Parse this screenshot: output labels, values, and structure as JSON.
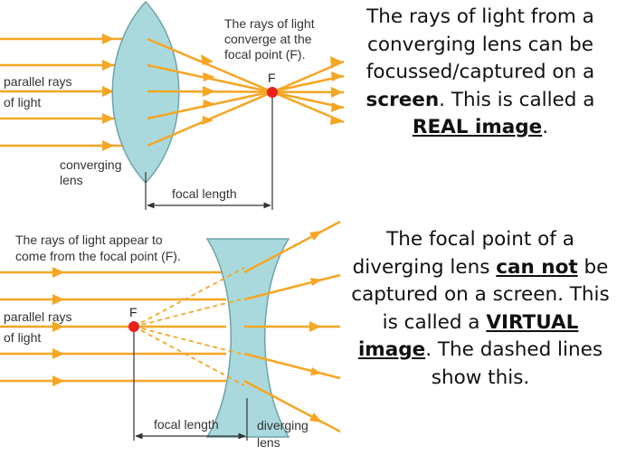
{
  "top_diagram": {
    "callout": [
      "The rays of light",
      "converge at the",
      "focal point (F)."
    ],
    "focal_point_letter": "F",
    "incoming_label": [
      "parallel rays",
      "of light"
    ],
    "lens_label": [
      "converging",
      "lens"
    ],
    "focal_length_label": "focal length"
  },
  "bottom_diagram": {
    "callout": [
      "The rays of light appear to",
      "come from the focal point (F)."
    ],
    "focal_point_letter": "F",
    "incoming_label": [
      "parallel rays",
      "of light"
    ],
    "lens_label": [
      "diverging",
      "lens"
    ],
    "focal_length_label": "focal length"
  },
  "text_top": {
    "part1": "The rays of light from a converging lens can be focussed/captured on a ",
    "bold1": "screen",
    "part2": ". This is called a ",
    "bold2": "REAL image",
    "part3": "."
  },
  "text_bottom": {
    "part1": "The focal point of a diverging lens ",
    "bold1": "can not",
    "part2": " be captured on a screen. This is called a ",
    "bold2": "VIRTUAL image",
    "part3": ". The dashed lines show this."
  },
  "colors": {
    "ray": "#f5a623",
    "lens_fill": "#a9d9dc",
    "lens_edge": "#6fa3a8",
    "focal_point": "#e8211c",
    "arrow_line": "#333333"
  }
}
